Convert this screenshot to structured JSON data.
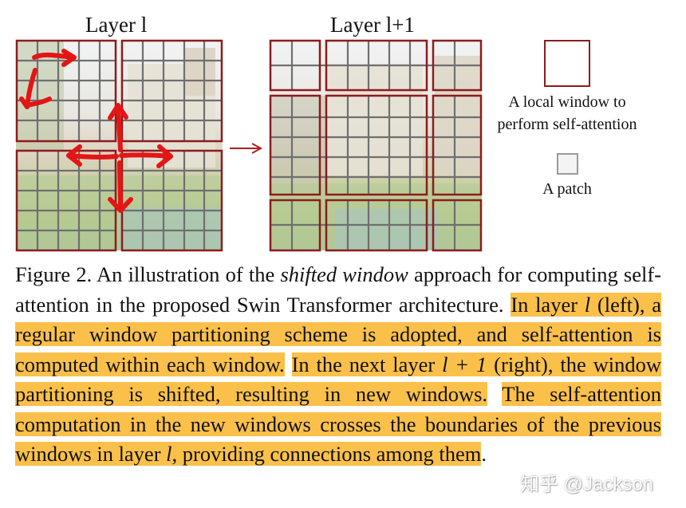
{
  "figure": {
    "layer_l_title": "Layer l",
    "layer_l1_title": "Layer l+1",
    "legend": {
      "window_label_line1": "A local window to",
      "window_label_line2": "perform self-attention",
      "patch_label": "A patch"
    },
    "colors": {
      "window_border": "#8c1c1c",
      "patch_grid": "#6f6f6f",
      "hand_arrows": "#e41515",
      "arrow_between_layers": "#b02020"
    }
  },
  "caption": {
    "p1": "Figure 2. An illustration of the ",
    "p2": "shifted window",
    "p3": " approach for computing self-attention in the proposed Swin Transformer architecture. ",
    "h1a": "In layer ",
    "h1b": "l",
    "h1c": " (left), a regular window partitioning scheme is adopted, and self-attention is computed within each window.",
    "h2a": "In the next layer ",
    "h2b": "l + 1",
    "h2c": " (right), the window partitioning is shifted, resulting in new windows.",
    "h3a": "The self-attention computation in the new windows crosses the boundaries of the previous windows in layer ",
    "h3b": "l",
    "h3c": ", providing connections among them",
    "end": "."
  },
  "watermark": "知乎 @Jackson",
  "highlight_color": "#fbc04a"
}
